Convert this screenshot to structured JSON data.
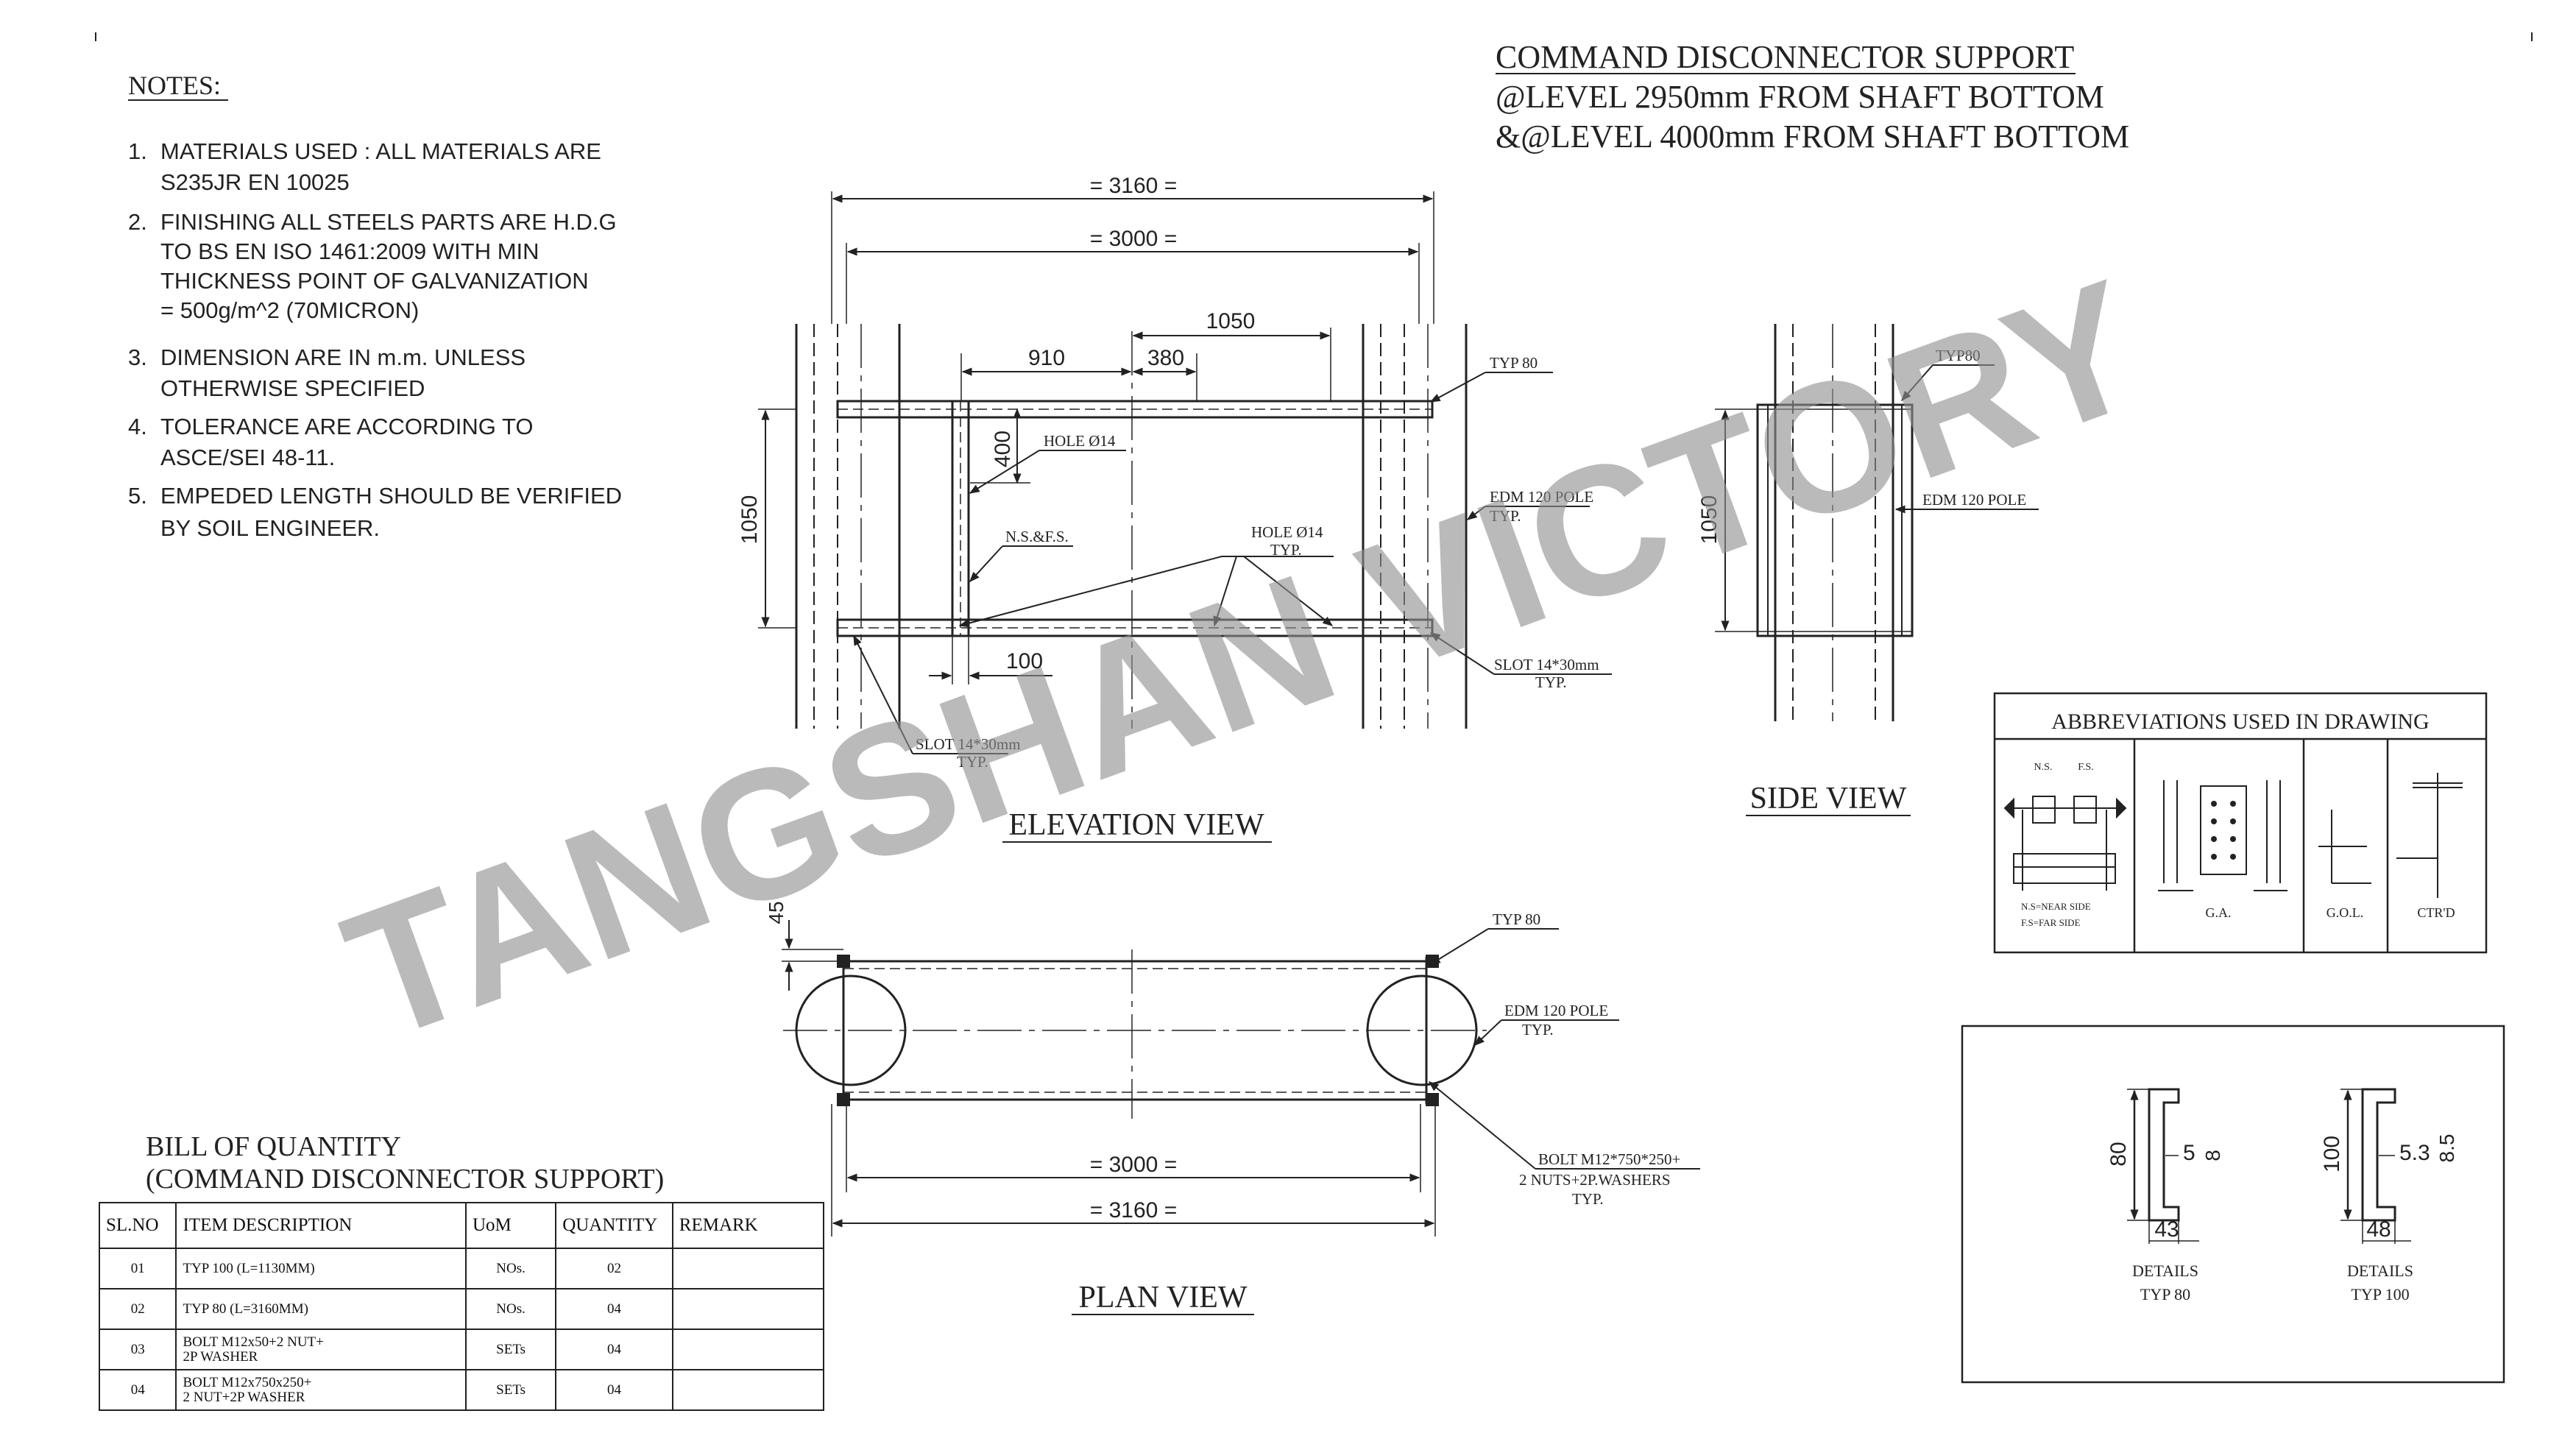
{
  "notes": {
    "heading": "NOTES:",
    "items": [
      {
        "num": "1.",
        "lines": [
          "MATERIALS USED : ALL MATERIALS ARE",
          "S235JR EN 10025"
        ]
      },
      {
        "num": "2.",
        "lines": [
          "FINISHING ALL STEELS PARTS ARE H.D.G",
          "TO BS EN ISO 1461:2009 WITH MIN",
          "THICKNESS POINT OF GALVANIZATION",
          "= 500g/m^2 (70MICRON)"
        ]
      },
      {
        "num": "3.",
        "lines": [
          "DIMENSION ARE IN m.m. UNLESS",
          "OTHERWISE SPECIFIED"
        ]
      },
      {
        "num": "4.",
        "lines": [
          "TOLERANCE ARE ACCORDING TO",
          "ASCE/SEI 48-11."
        ]
      },
      {
        "num": "5.",
        "lines": [
          "EMPEDED LENGTH SHOULD BE VERIFIED",
          "BY SOIL ENGINEER."
        ]
      }
    ]
  },
  "header": {
    "line1": "COMMAND DISCONNECTOR SUPPORT",
    "line2": "@LEVEL 2950mm FROM SHAFT BOTTOM",
    "line3": "&@LEVEL 4000mm FROM SHAFT BOTTOM"
  },
  "elevation": {
    "title": "ELEVATION VIEW",
    "dim_3160": "= 3160 =",
    "dim_3000": "= 3000 =",
    "dim_1050_top": "1050",
    "dim_910": "910",
    "dim_380": "380",
    "dim_400": "400",
    "dim_1050_side": "1050",
    "dim_100": "100",
    "label_typ80": "TYP 80",
    "label_hole_a": "HOLE Ø14",
    "label_nsfs": "N.S.&F.S.",
    "label_hole_b": "HOLE Ø14",
    "label_hole_b_typ": "TYP.",
    "label_edm": "EDM 120 POLE",
    "label_edm_typ": "TYP.",
    "label_slot_r": "SLOT 14*30mm",
    "label_slot_r_typ": "TYP.",
    "label_slot_l": "SLOT 14*30mm",
    "label_slot_l_typ": "TYP."
  },
  "side": {
    "title": "SIDE VIEW",
    "dim_1050": "1050",
    "label_typ80": "TYP80",
    "label_edm": "EDM 120 POLE"
  },
  "plan": {
    "title": "PLAN VIEW",
    "dim_45": "45",
    "dim_3000": "= 3000 =",
    "dim_3160": "= 3160 =",
    "label_typ80": "TYP 80",
    "label_edm": "EDM 120 POLE",
    "label_edm_typ": "TYP.",
    "label_bolt1": "BOLT M12*750*250+",
    "label_bolt2": "2 NUTS+2P.WASHERS",
    "label_bolt3": "TYP."
  },
  "watermark": "TANGSHAN VICTORY",
  "abbrev": {
    "title": "ABBREVIATIONS USED IN DRAWING",
    "ns": "N.S.",
    "fs": "F.S.",
    "ns_full": "N.S=NEAR SIDE",
    "fs_full": "F.S=FAR SIDE",
    "ga": "G.A.",
    "gol": "G.O.L.",
    "ctrd": "CTR'D"
  },
  "details": {
    "d1_h": "80",
    "d1_t": "5",
    "d1_f": "8",
    "d1_w": "43",
    "d1_label1": "DETAILS",
    "d1_label2": "TYP 80",
    "d2_h": "100",
    "d2_t": "5.3",
    "d2_f": "8.5",
    "d2_w": "48",
    "d2_label1": "DETAILS",
    "d2_label2": "TYP 100"
  },
  "boq": {
    "title1": "BILL OF QUANTITY",
    "title2": "(COMMAND DISCONNECTOR SUPPORT)",
    "headers": {
      "sl": "SL.NO",
      "desc": "ITEM DESCRIPTION",
      "uom": "UoM",
      "qty": "QUANTITY",
      "remark": "REMARK"
    },
    "rows": [
      {
        "sl": "01",
        "desc1": "TYP 100 (L=1130MM)",
        "desc2": "",
        "uom": "NOs.",
        "qty": "02",
        "remark": ""
      },
      {
        "sl": "02",
        "desc1": "TYP 80 (L=3160MM)",
        "desc2": "",
        "uom": "NOs.",
        "qty": "04",
        "remark": ""
      },
      {
        "sl": "03",
        "desc1": "BOLT M12x50+2 NUT+",
        "desc2": "2P WASHER",
        "uom": "SETs",
        "qty": "04",
        "remark": ""
      },
      {
        "sl": "04",
        "desc1": "BOLT M12x750x250+",
        "desc2": "2 NUT+2P WASHER",
        "uom": "SETs",
        "qty": "04",
        "remark": ""
      }
    ]
  }
}
